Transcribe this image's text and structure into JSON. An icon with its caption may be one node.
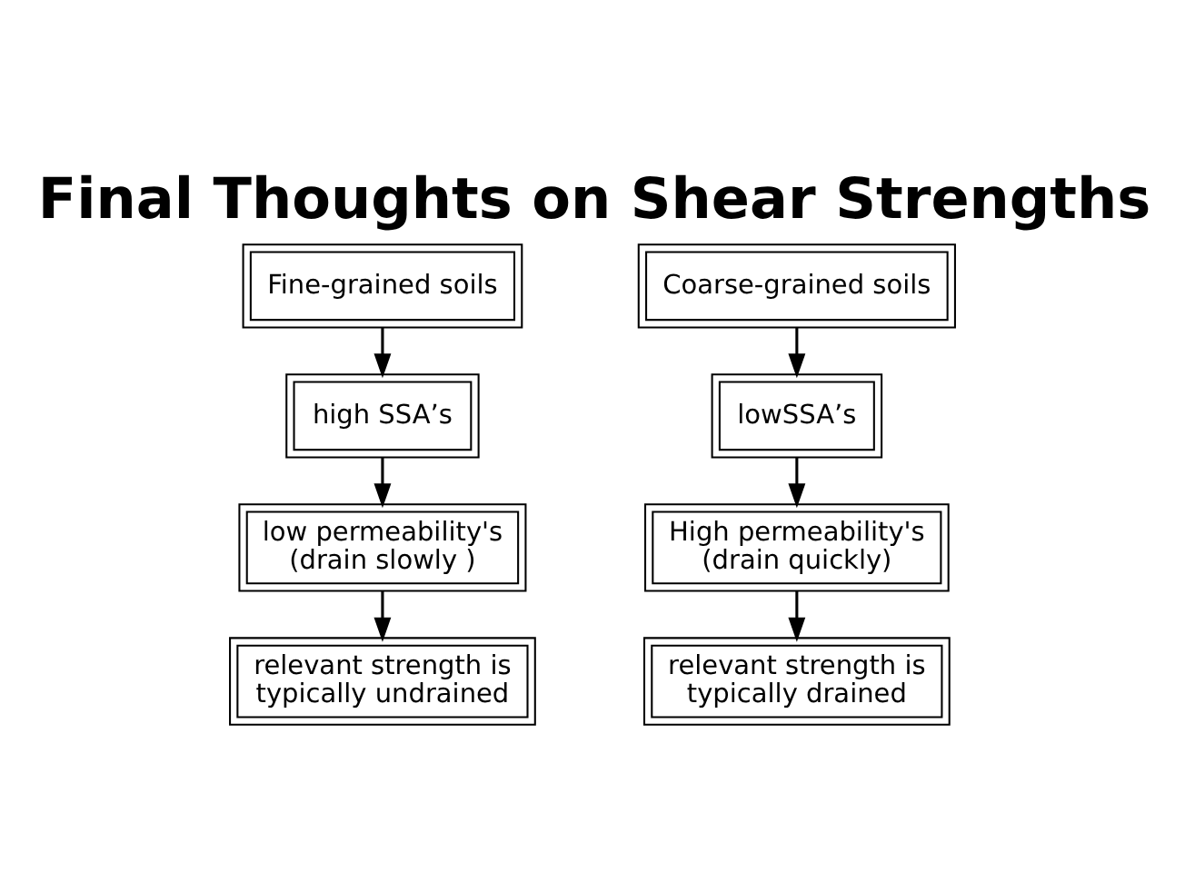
{
  "diagram": {
    "title": "Final Thoughts on Shear Strengths",
    "nodes": [
      {
        "text": [
          "Fine-grained soils"
        ]
      },
      {
        "text": [
          "high SSA’s"
        ]
      },
      {
        "text": [
          "low permeability's (drain slowly )"
        ]
      },
      {
        "text": [
          "relevant strength is typically undrained"
        ]
      },
      {
        "text": [
          "Coarse-grained soils"
        ]
      },
      {
        "text": [
          "lowSSA’s"
        ]
      },
      {
        "text": [
          "High permeability's (drain quickly)"
        ]
      },
      {
        "text": [
          "relevant strength is typically drained"
        ]
      }
    ],
    "edges": [
      {
        "from": 0,
        "to": 1,
        "arrow": "to"
      },
      {
        "from": 1,
        "to": 2,
        "arrow": "to"
      },
      {
        "from": 2,
        "to": 3,
        "arrow": "to"
      },
      {
        "from": 4,
        "to": 5,
        "arrow": "to"
      },
      {
        "from": 5,
        "to": 6,
        "arrow": "to"
      },
      {
        "from": 6,
        "to": 7,
        "arrow": "to"
      }
    ]
  }
}
